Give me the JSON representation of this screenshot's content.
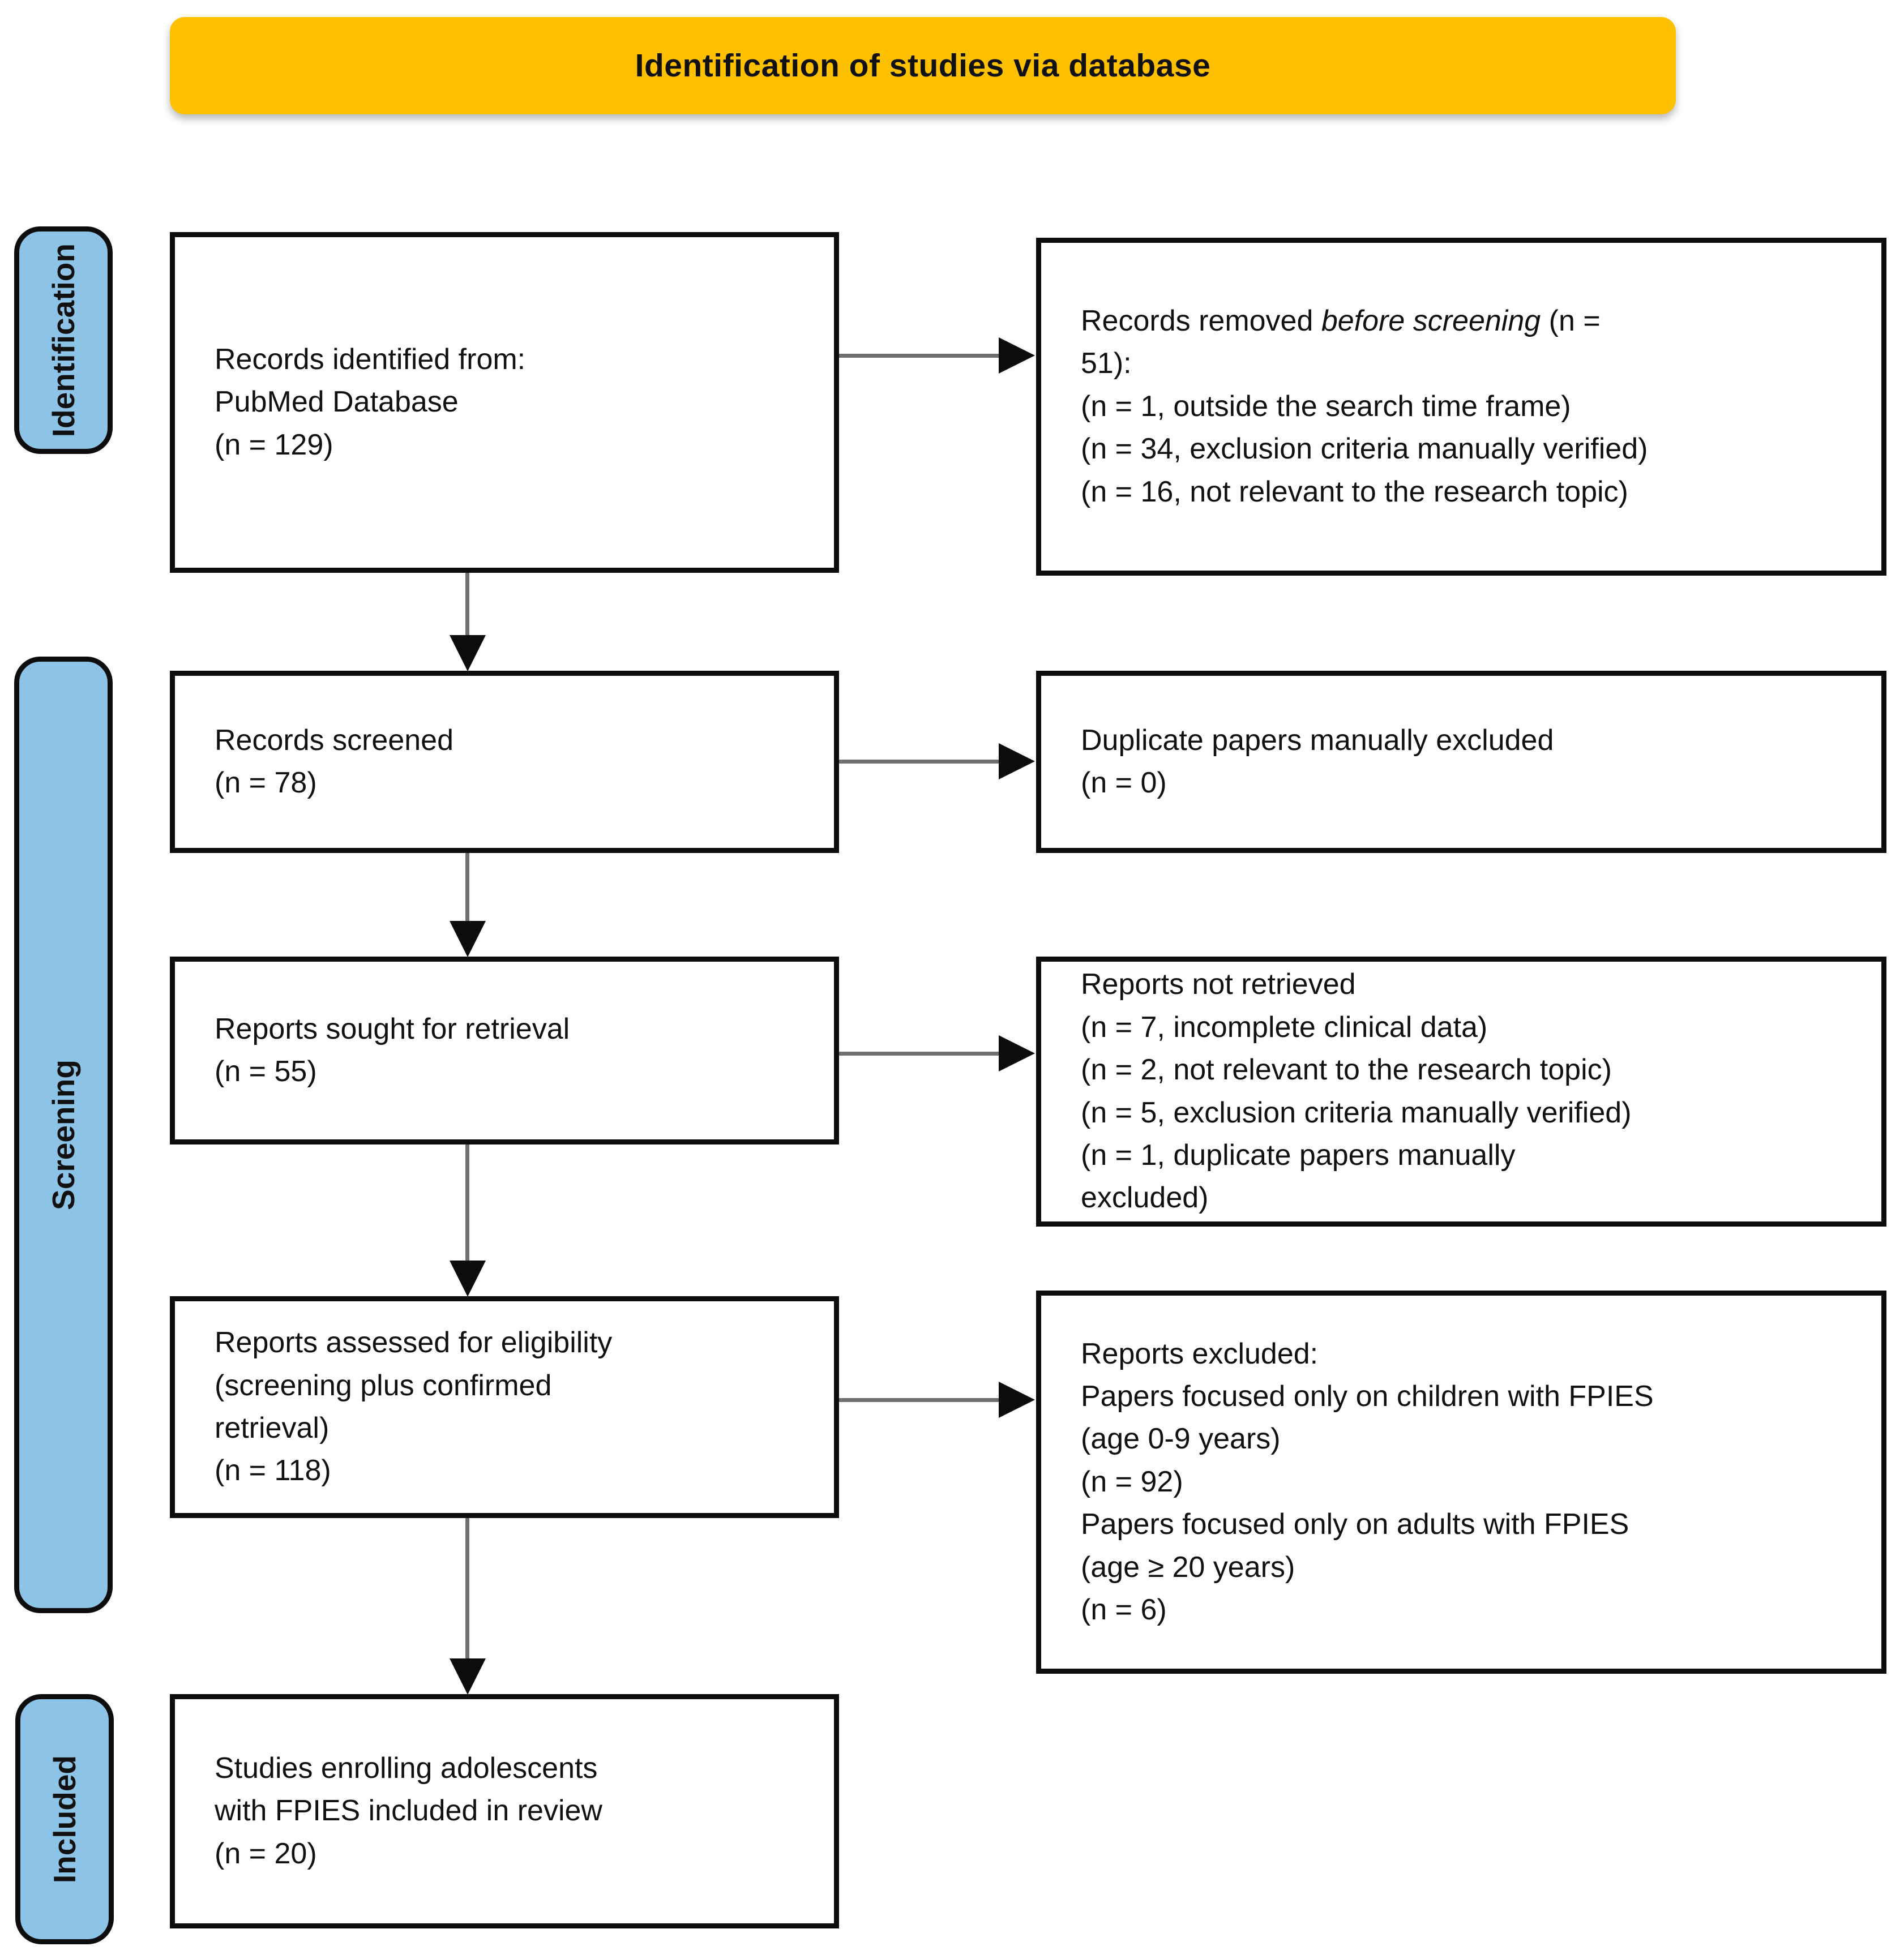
{
  "banner": {
    "title": "Identification of studies via database"
  },
  "sidebar": {
    "identification_label": "Identification",
    "screening_label": "Screening",
    "included_label": "Included"
  },
  "flow": {
    "identified": {
      "lines": [
        "Records identified from:",
        "PubMed Database",
        "(n = 129)"
      ]
    },
    "removed": {
      "line1_prefix": "Records removed ",
      "line1_italic": "before screening",
      "line1_suffix": " (n =",
      "lines": [
        "51):",
        "(n = 1, outside the search time frame)",
        "(n = 34, exclusion criteria manually verified)",
        "(n = 16, not relevant to the research topic)"
      ]
    },
    "screened": {
      "lines": [
        "Records screened",
        "(n = 78)"
      ]
    },
    "duplicates": {
      "lines": [
        "Duplicate papers manually excluded",
        "(n = 0)"
      ]
    },
    "sought": {
      "lines": [
        "Reports sought for retrieval",
        "(n = 55)"
      ]
    },
    "not_retrieved": {
      "lines": [
        "Reports not retrieved",
        "(n = 7, incomplete clinical data)",
        "(n = 2, not relevant to the research topic)",
        "(n = 5, exclusion criteria manually verified)",
        "(n = 1, duplicate papers manually",
        "excluded)"
      ]
    },
    "assessed": {
      "lines": [
        "Reports assessed for eligibility",
        "(screening plus confirmed",
        "retrieval)",
        "(n = 118)"
      ]
    },
    "excluded": {
      "lines": [
        "Reports excluded:",
        "Papers focused only on children with FPIES",
        "(age 0-9 years)",
        "(n = 92)",
        "Papers focused only on adults with FPIES",
        "(age ≥ 20 years)",
        "(n = 6)"
      ]
    },
    "included_studies": {
      "lines": [
        "Studies enrolling adolescents",
        "with FPIES included in review",
        "(n = 20)"
      ]
    }
  },
  "colors": {
    "banner_bg": "#FFC000",
    "stage_bg": "#8EC3E8",
    "box_border": "#0d0d0d",
    "arrow_line": "#6F6F6F",
    "arrow_head": "#0d0d0d",
    "text": "#111111"
  }
}
